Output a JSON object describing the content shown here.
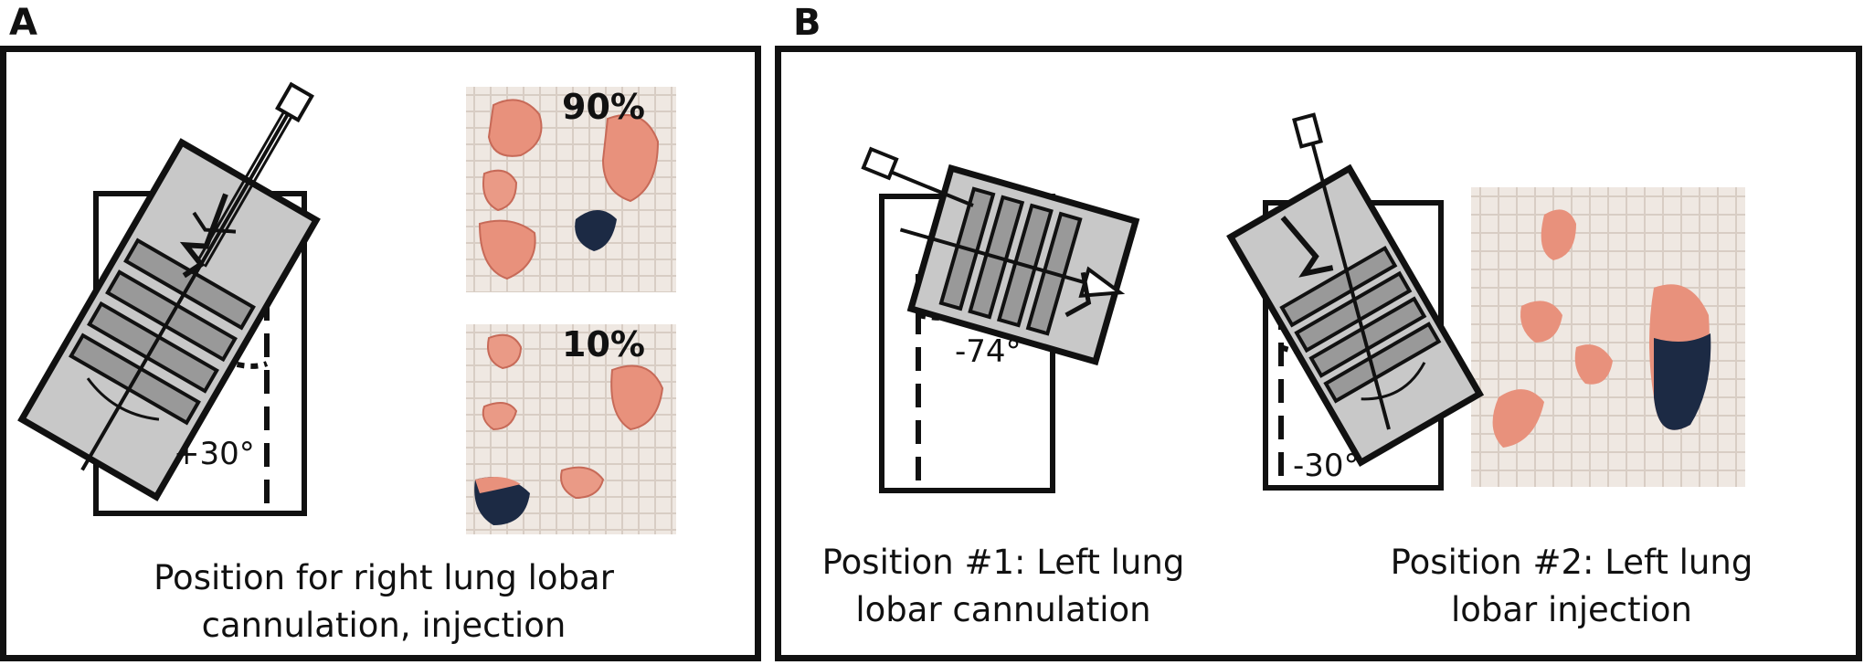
{
  "panels": {
    "a": {
      "letter": "A",
      "angle": "+30°",
      "photos": {
        "top_pct": "90%",
        "bottom_pct": "10%"
      },
      "caption_lines": [
        "Position for right lung lobar",
        "cannulation, injection"
      ]
    },
    "b": {
      "letter": "B",
      "angle_1": "-74°",
      "angle_2": "-30°",
      "caption_1_lines": [
        "Position #1: Left lung",
        "lobar cannulation"
      ],
      "caption_2_lines": [
        "Position #2: Left lung",
        "lobar injection"
      ]
    }
  },
  "colors": {
    "line": "#111111",
    "board": "#c8c8c8",
    "gauze": "#ece4de",
    "tissue": "#e8917c",
    "dye": "#1c2a44"
  }
}
